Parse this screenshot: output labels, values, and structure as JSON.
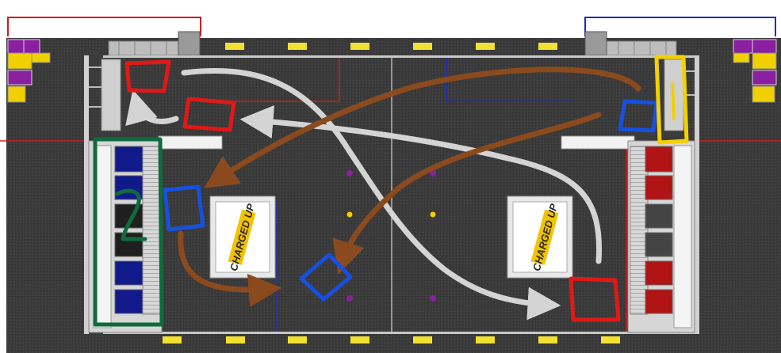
{
  "field": {
    "name": "FRC field top-down view",
    "carpet_color": "#3a3a3a",
    "alliance_colors": {
      "red": "#d21a1a",
      "blue": "#1a2fc8"
    }
  },
  "charge_stations": [
    {
      "side": "blue",
      "label": "CHARGED UP"
    },
    {
      "side": "red",
      "label": "CHARGED UP"
    }
  ],
  "annotations": {
    "grid_number": "2",
    "box_colors": {
      "red": "#e01818",
      "blue": "#1650e0",
      "green": "#0f6b3c",
      "yellow": "#f4d000"
    },
    "arrow_colors": {
      "gray": "#d4d4d4",
      "brown": "#8a4a1e"
    }
  },
  "game_pieces": {
    "cube_color": "#8a1fa0",
    "cone_color": "#f0d000"
  }
}
